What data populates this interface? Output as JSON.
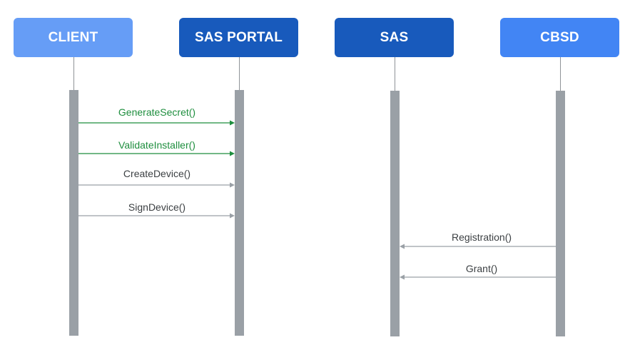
{
  "colors": {
    "client": "#669df6",
    "sas_portal": "#185abc",
    "sas": "#185abc",
    "cbsd": "#4285f4",
    "success_message": "#1e8e3e",
    "normal_message": "#9aa0a6",
    "normal_label": "#3c4043",
    "activation_bar": "#9aa0a6"
  },
  "participants": {
    "client": "CLIENT",
    "sas_portal": "SAS PORTAL",
    "sas": "SAS",
    "cbsd": "CBSD"
  },
  "messages": [
    {
      "label": "GenerateSecret()",
      "from": "client",
      "to": "sas_portal",
      "status": "success"
    },
    {
      "label": "ValidateInstaller()",
      "from": "client",
      "to": "sas_portal",
      "status": "success"
    },
    {
      "label": "CreateDevice()",
      "from": "client",
      "to": "sas_portal",
      "status": "normal"
    },
    {
      "label": "SignDevice()",
      "from": "client",
      "to": "sas_portal",
      "status": "normal"
    },
    {
      "label": "Registration()",
      "from": "cbsd",
      "to": "sas",
      "status": "normal"
    },
    {
      "label": "Grant()",
      "from": "cbsd",
      "to": "sas",
      "status": "normal"
    }
  ]
}
